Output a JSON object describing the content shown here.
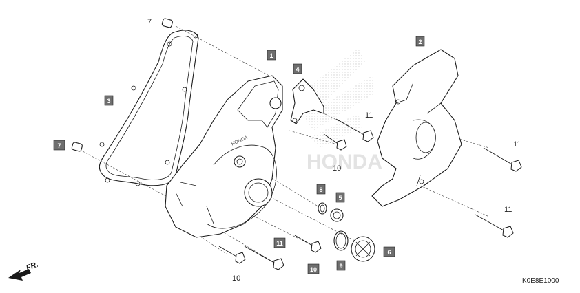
{
  "diagram": {
    "code": "K0E8E1000",
    "direction_label": "FR.",
    "brand_watermark": "HONDA",
    "cover_embossing": "HONDA"
  },
  "callouts": {
    "c1": "1",
    "c2": "2",
    "c3": "3",
    "c4": "4",
    "c5": "5",
    "c6": "6",
    "c7a": "7",
    "c7b": "7",
    "c8": "8",
    "c9": "9",
    "c10a": "10",
    "c10b": "10",
    "c10c": "10",
    "c11a": "11",
    "c11b": "11",
    "c11c": "11",
    "c11d": "11"
  },
  "colors": {
    "callout_box": "#6e6e6e",
    "line": "#1a1a1a",
    "watermark": "#c9c9c9"
  }
}
